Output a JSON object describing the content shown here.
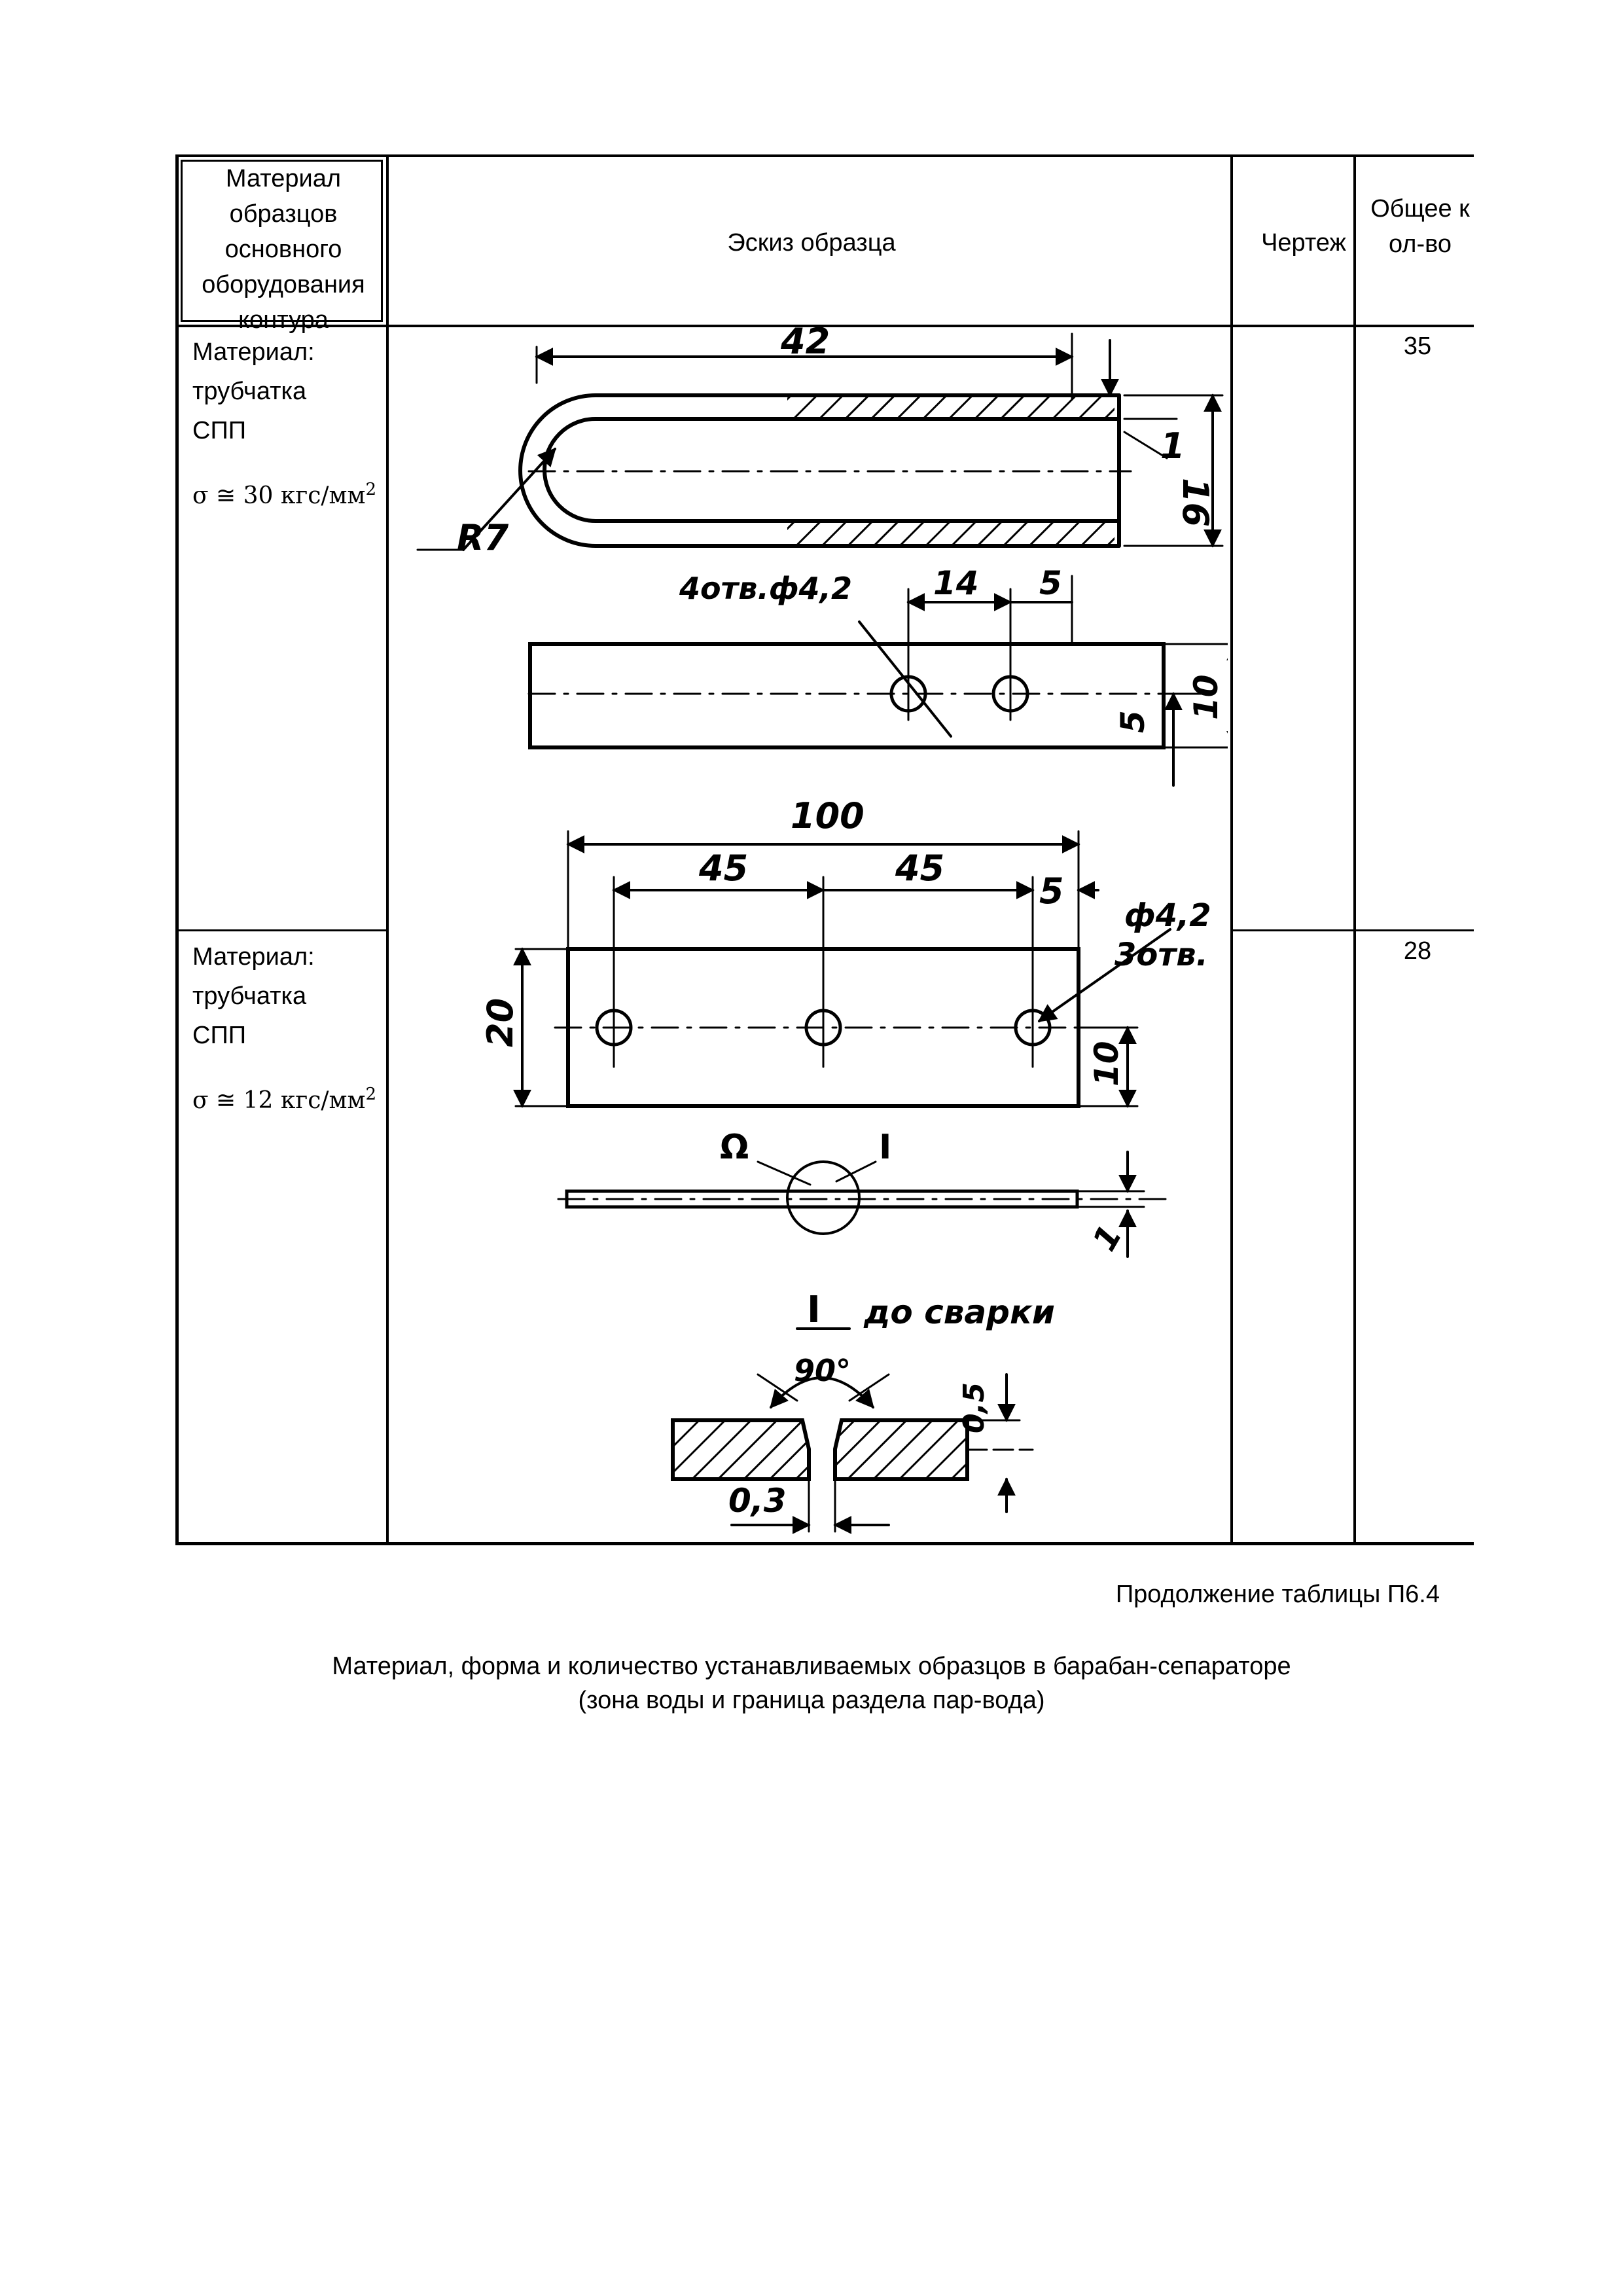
{
  "table": {
    "headers": {
      "material": "Материал образцов основного оборудования контура",
      "sketch": "Эскиз образца",
      "drawing": "Чертеж",
      "total": "Общее кол-во"
    },
    "rows": [
      {
        "material_label": "Материал:",
        "material_type": "трубчатка",
        "material_code": "СПП",
        "sigma_prefix": "σ ≅ 30 кгс/мм",
        "sigma_exp": "2",
        "total": "35"
      },
      {
        "material_label": "Материал:",
        "material_type": "трубчатка",
        "material_code": "СПП",
        "sigma_prefix": "σ ≅ 12 кгс/мм",
        "sigma_exp": "2",
        "total": "28"
      }
    ]
  },
  "sketch_labels": {
    "dim_42": "42",
    "dim_1a": "1",
    "dim_16": "16",
    "r7": "R7",
    "holes_4": "4отв.ф4,2",
    "dim_14": "14",
    "dim_5a": "5",
    "dim_5b": "5",
    "dim_10a": "10",
    "dim_100": "100",
    "dim_45a": "45",
    "dim_45b": "45",
    "dim_5c": "5",
    "phi42": "ф4,2",
    "holes_3": "3отв.",
    "dim_20": "20",
    "dim_10b": "10",
    "omega": "Ω",
    "roman_I": "I",
    "dim_1b": "1",
    "weld_I": "I",
    "weld_caption": "до сварки",
    "angle_90": "90°",
    "dim_05": "0,5",
    "dim_03": "0,3"
  },
  "footer": {
    "continuation": "Продолжение таблицы П6.4",
    "subtitle_line1": "Материал, форма и количество устанавливаемых образцов в барабан-сепараторе",
    "subtitle_line2": "(зона воды и граница раздела пар-вода)"
  }
}
